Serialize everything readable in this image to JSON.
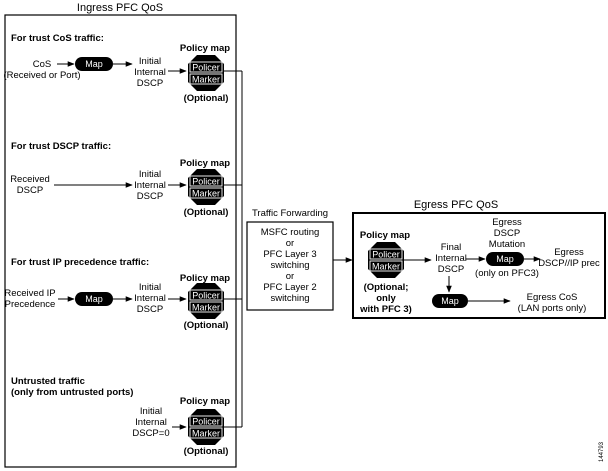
{
  "ingress": {
    "title": "Ingress PFC QoS",
    "trust_cos": {
      "heading": "For trust CoS traffic:",
      "source_line1": "CoS",
      "source_line2": "(Received or Port)",
      "map_label": "Map",
      "internal_line1": "Initial",
      "internal_line2": "Internal",
      "internal_line3": "DSCP",
      "policy_map": "Policy map",
      "policer": "Policer",
      "marker": "Marker",
      "optional": "(Optional)"
    },
    "trust_dscp": {
      "heading": "For trust DSCP traffic:",
      "source_line1": "Received",
      "source_line2": "DSCP",
      "internal_line1": "Initial",
      "internal_line2": "Internal",
      "internal_line3": "DSCP",
      "policy_map": "Policy map",
      "policer": "Policer",
      "marker": "Marker",
      "optional": "(Optional)"
    },
    "trust_ipprec": {
      "heading": "For trust IP precedence traffic:",
      "source_line1": "Received IP",
      "source_line2": "Precedence",
      "map_label": "Map",
      "internal_line1": "Initial",
      "internal_line2": "Internal",
      "internal_line3": "DSCP",
      "policy_map": "Policy map",
      "policer": "Policer",
      "marker": "Marker",
      "optional": "(Optional)"
    },
    "untrusted": {
      "heading_line1": "Untrusted traffic",
      "heading_line2": "(only from untrusted ports)",
      "internal_line1": "Initial",
      "internal_line2": "Internal",
      "internal_line3": "DSCP=0",
      "policy_map": "Policy map",
      "policer": "Policer",
      "marker": "Marker",
      "optional": "(Optional)"
    }
  },
  "forwarding": {
    "title": "Traffic Forwarding",
    "lines": [
      "MSFC routing",
      "or",
      "PFC Layer 3",
      "switching",
      "or",
      "PFC Layer 2",
      "switching"
    ]
  },
  "egress": {
    "title": "Egress PFC QoS",
    "policy_map": "Policy map",
    "policer": "Policer",
    "marker": "Marker",
    "optional_line1": "(Optional;",
    "optional_line2": "only",
    "optional_line3": "with PFC 3)",
    "final_line1": "Final",
    "final_line2": "Internal",
    "final_line3": "DSCP",
    "mutation_line1": "Egress",
    "mutation_line2": "DSCP",
    "mutation_line3": "Mutation",
    "mutation_map": "Map",
    "mutation_note": "(only on PFC3)",
    "dscp_out_line1": "Egress",
    "dscp_out_line2": "DSCP//IP prec",
    "cos_map": "Map",
    "cos_out_line1": "Egress CoS",
    "cos_out_line2": "(LAN ports only)"
  },
  "figure_id": "144793"
}
